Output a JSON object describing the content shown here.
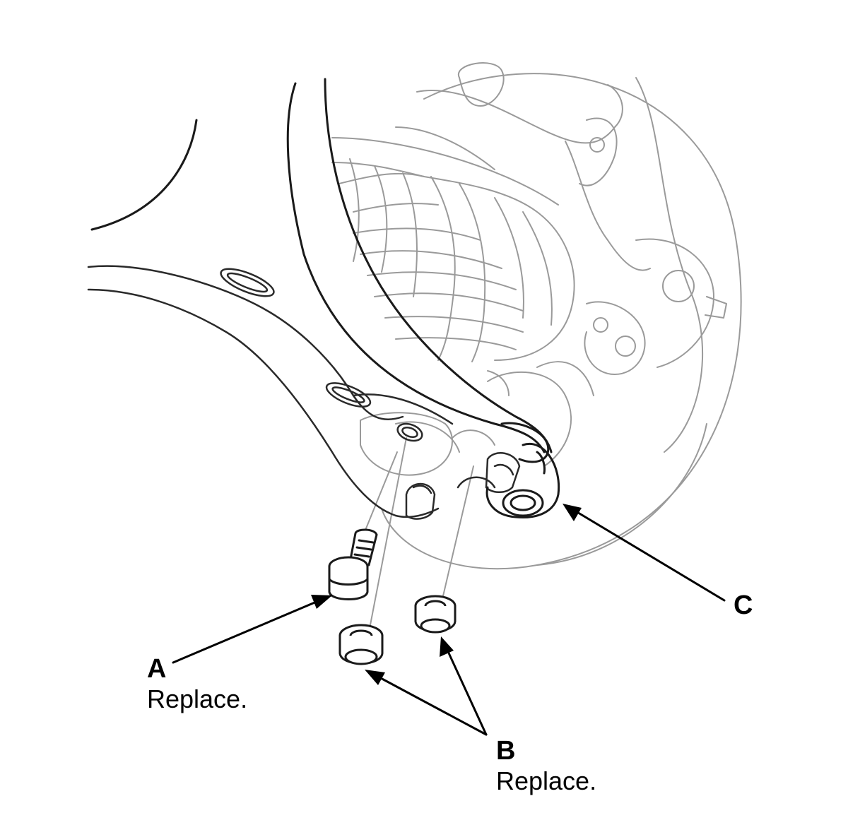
{
  "callouts": {
    "a": {
      "letter": "A",
      "note": "Replace."
    },
    "b": {
      "letter": "B",
      "note": "Replace."
    },
    "c": {
      "letter": "C"
    }
  },
  "colors": {
    "line": "#000000",
    "ghost": "#9a9a9a",
    "background": "#ffffff"
  }
}
